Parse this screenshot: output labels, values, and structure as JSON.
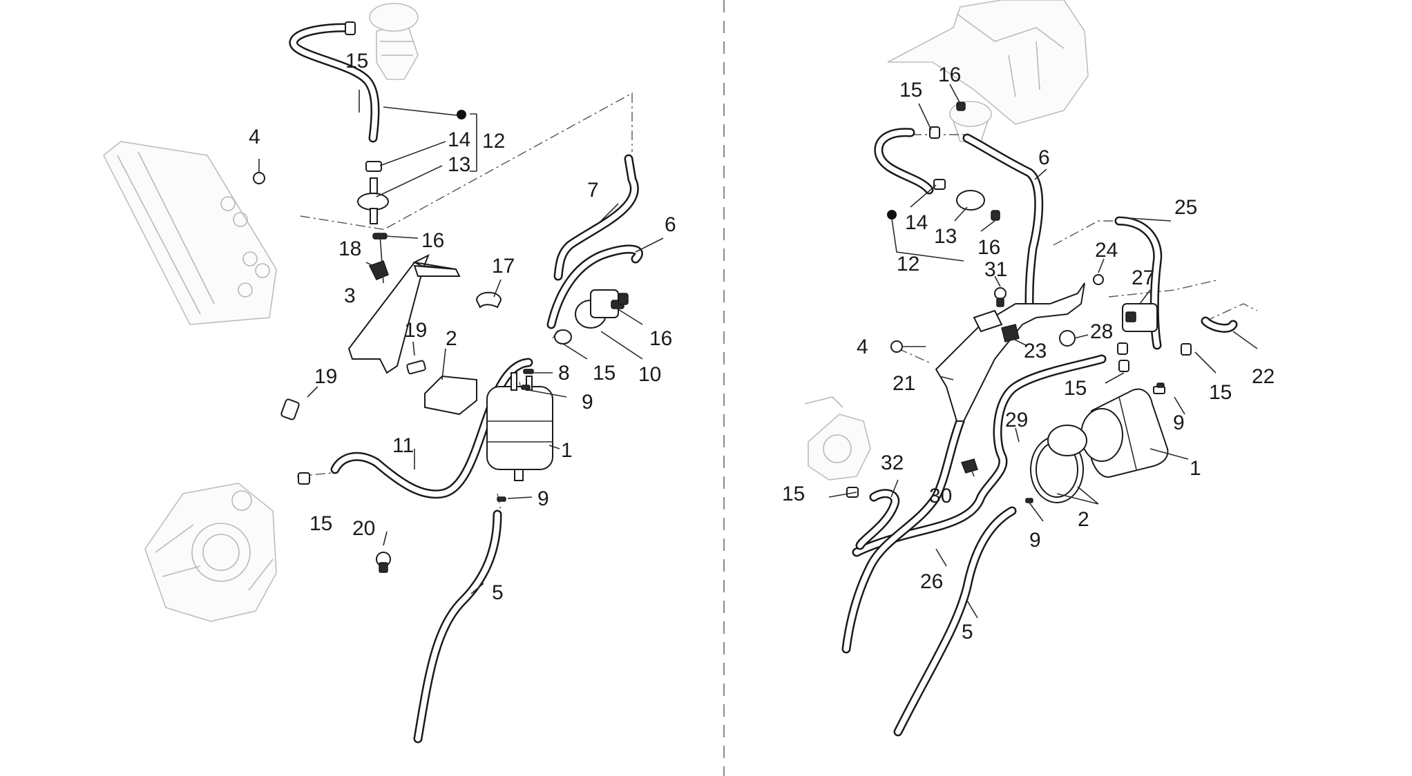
{
  "left_panel": {
    "callouts": [
      "15",
      "4",
      "14",
      "12",
      "13",
      "16",
      "18",
      "17",
      "7",
      "6",
      "3",
      "19",
      "2",
      "16",
      "15",
      "10",
      "8",
      "19",
      "9",
      "11",
      "1",
      "9",
      "15",
      "20",
      "5"
    ]
  },
  "right_panel": {
    "callouts": [
      "16",
      "15",
      "6",
      "14",
      "13",
      "16",
      "12",
      "25",
      "24",
      "31",
      "27",
      "28",
      "4",
      "23",
      "21",
      "15",
      "15",
      "22",
      "29",
      "9",
      "32",
      "1",
      "15",
      "30",
      "2",
      "9",
      "26",
      "5"
    ]
  }
}
